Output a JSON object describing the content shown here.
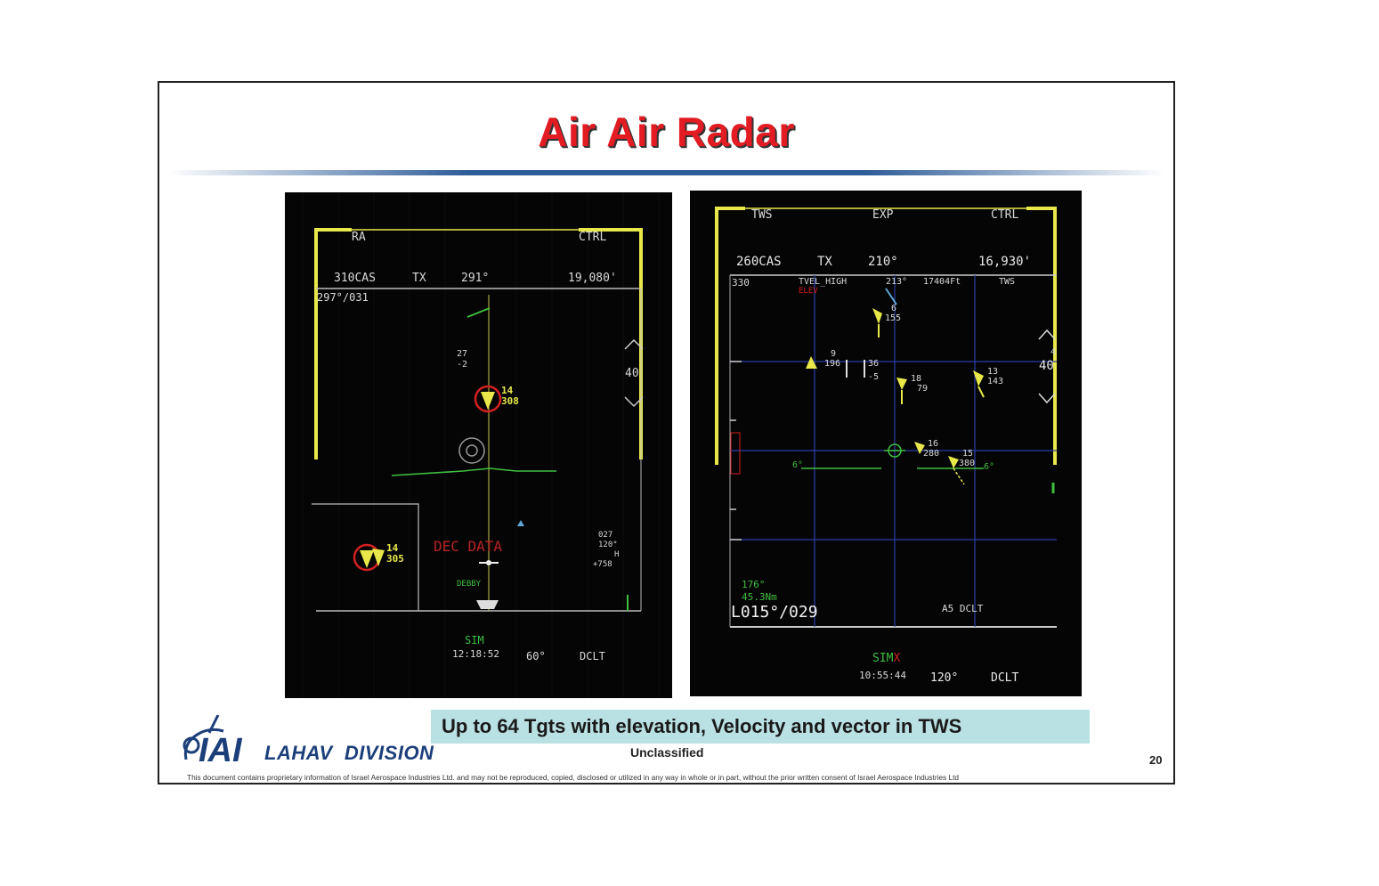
{
  "slide": {
    "title": "Air Air Radar",
    "caption": "Up to 64 Tgts with elevation, Velocity and vector in TWS",
    "division": "LAHAV  DIVISION",
    "logo_text": "IAI",
    "classification": "Unclassified",
    "page_number": "20",
    "disclaimer": "This document contains proprietary information of Israel Aerospace Industries Ltd. and may not be reproduced, copied, disclosed or utilized in any way in whole or in part, without the prior written consent of Israel Aerospace Industries Ltd"
  },
  "left_display": {
    "mode_label": "RA",
    "ctrl_label": "CTRL",
    "airspeed": "310CAS",
    "tx_label": "TX",
    "heading": "291°",
    "altitude": "19,080'",
    "bearing_range": "297°/031",
    "scale_value": "40",
    "target1_top": "27",
    "target1_bottom": "-2",
    "target1_id": "14",
    "target1_speed": "308",
    "target2_id": "14",
    "target2_speed": "305",
    "dec_data_label": "DEC DATA",
    "debby_label": "DEBBY",
    "info_line1": "027",
    "info_line2": "120°",
    "info_line3": "H",
    "info_line4": "+758",
    "sim_label": "SIM",
    "time": "12:18:52",
    "scan_angle": "60°",
    "dclt_label": "DCLT"
  },
  "right_display": {
    "mode_label": "TWS",
    "exp_label": "EXP",
    "ctrl_label": "CTRL",
    "airspeed": "260CAS",
    "tx_label": "TX",
    "heading": "210°",
    "altitude": "16,930'",
    "range_label": "330",
    "tvel_label": "TVEL_HIGH",
    "elev_label": "ELEV",
    "target_bearing": "213°",
    "target_alt": "17404Ft",
    "tws_small": "TWS",
    "scale_top": "4",
    "scale_value": "40",
    "t1_id": "6",
    "t1_speed": "155",
    "t2_id": "9",
    "t2_speed": "196",
    "t3_elev": "36",
    "t3_elev2": "-5",
    "t4_id": "18",
    "t4_speed": "79",
    "t5_id": "13",
    "t5_speed": "143",
    "t6_id": "16",
    "t6_speed": "280",
    "t7_id": "15",
    "t7_speed": "380",
    "deg_left": "6°",
    "deg_right": "6°",
    "green_1": "176°",
    "green_2": "45.3Nm",
    "bearing_range": "L015°/029",
    "a5_label": "A5 DCLT",
    "sim_label": "SIM",
    "sim_x": "X",
    "time": "10:55:44",
    "scan_angle": "120°",
    "dclt_label": "DCLT"
  },
  "colors": {
    "title_red": "#e31b23",
    "hud_yellow": "#e8e84a",
    "hud_green": "#3fbf3f",
    "hud_blue": "#2c3fa8",
    "caption_bg": "#b9e0e3",
    "division_blue": "#1c3f7a"
  }
}
